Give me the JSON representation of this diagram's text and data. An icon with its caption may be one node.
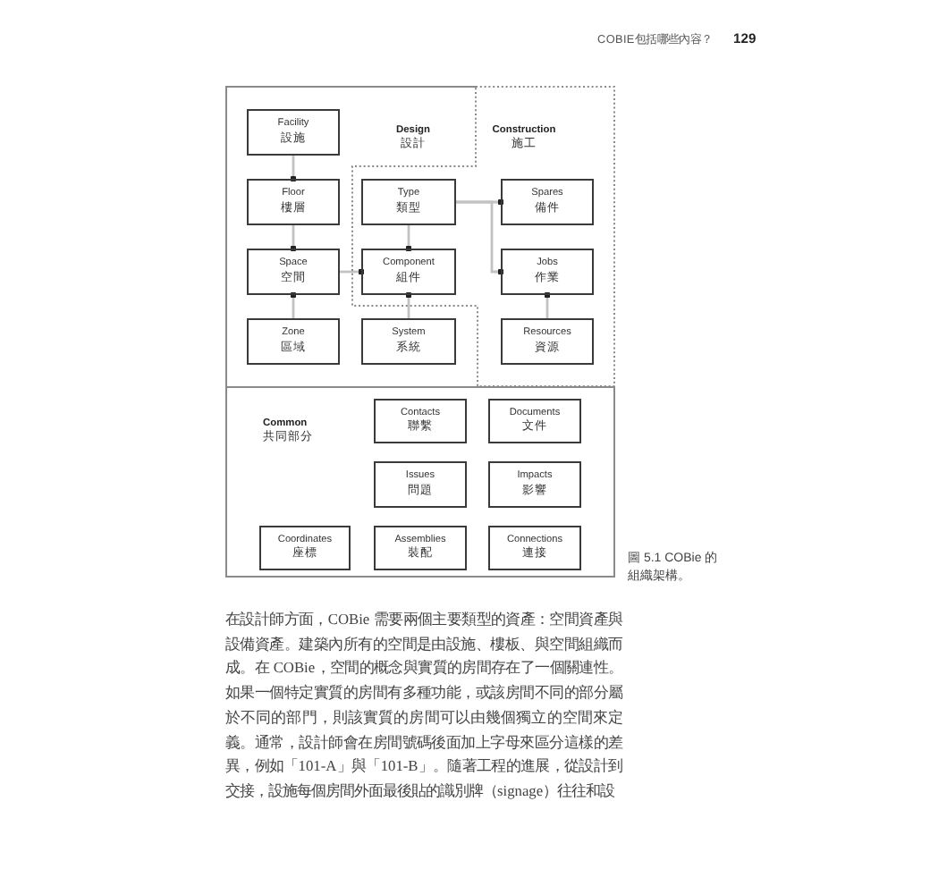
{
  "diagram": {
    "caption": "圖 5.1 COBie 的組織架構。",
    "nodes": [
      {
        "text": [
          "Design",
          "設計"
        ]
      },
      {
        "text": [
          "Facility",
          "設施"
        ],
        "in": 0
      },
      {
        "text": [
          "Construction",
          "施工"
        ],
        "in": 0
      },
      {
        "text": [
          "Floor",
          "樓層"
        ],
        "in": 0
      },
      {
        "text": [
          "Type",
          "類型"
        ],
        "in": 2
      },
      {
        "text": [
          "Spares",
          "備件"
        ],
        "in": 2
      },
      {
        "text": [
          "Space",
          "空間"
        ],
        "in": 0
      },
      {
        "text": [
          "Component",
          "組件"
        ],
        "in": 2
      },
      {
        "text": [
          "Jobs",
          "作業"
        ],
        "in": 2
      },
      {
        "text": [
          "Zone",
          "區域"
        ],
        "in": 0
      },
      {
        "text": [
          "System",
          "系統"
        ],
        "in": 0
      },
      {
        "text": [
          "Resources",
          "資源"
        ],
        "in": 2
      },
      {
        "text": [
          "Common",
          "共同部分"
        ]
      },
      {
        "text": [
          "Contacts",
          "聯繫"
        ],
        "in": 12
      },
      {
        "text": [
          "Documents",
          "文件"
        ],
        "in": 12
      },
      {
        "text": [
          "Issues",
          "問題"
        ],
        "in": 12
      },
      {
        "text": [
          "Impacts",
          "影響"
        ],
        "in": 12
      },
      {
        "text": [
          "Coordinates",
          "座標"
        ],
        "in": 12
      },
      {
        "text": [
          "Assemblies",
          "裝配"
        ],
        "in": 12
      },
      {
        "text": [
          "Connections",
          "連接"
        ],
        "in": 12
      }
    ],
    "edges": [
      {
        "from": 1,
        "to": 3,
        "arrow": "other"
      },
      {
        "from": 3,
        "to": 6,
        "arrow": "other"
      },
      {
        "from": 9,
        "to": 6,
        "arrow": "other"
      },
      {
        "from": 6,
        "to": 7,
        "arrow": "other"
      },
      {
        "from": 4,
        "to": 7,
        "arrow": "other"
      },
      {
        "from": 10,
        "to": 7,
        "arrow": "other"
      },
      {
        "from": 4,
        "to": 5,
        "arrow": "other"
      },
      {
        "from": 4,
        "to": 8,
        "arrow": "other"
      },
      {
        "from": 11,
        "to": 8,
        "arrow": "other"
      }
    ],
    "labels": [
      "COBIE包括哪些內容？",
      "129",
      "在設計師方面，COBie 需要兩個主要類型的資產：空間資產與設備資產。建築內所有的空間是由設施、樓板、與空間組織而成。在 COBie，空間的概念與實質的房間存在了一個關連性。如果一個特定實質的房間有多種功能，或該房間不同的部分屬於不同的部門，則該實質的房間可以由幾個獨立的空間來定義。通常，設計師會在房間號碼後面加上字母來區分這樣的差異，例如「101-A」與「101-B」。隨著工程的進展，從設計到交接，設施每個房間外面最後貼的識別牌（signage）往往和設"
    ]
  }
}
